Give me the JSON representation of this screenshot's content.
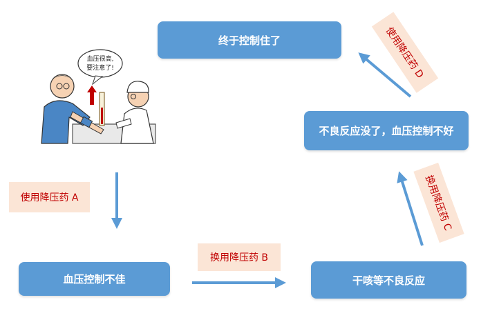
{
  "nodes": {
    "controlled": "终于控制住了",
    "side_effect_gone": "不良反应没了，血压控制不好",
    "poor_control": "血压控制不佳",
    "cough": "干咳等不良反应"
  },
  "drugs": {
    "a": "使用降压药 A",
    "b": "换用降压药 B",
    "c": "换用降压药 C",
    "d": "使用降压药 D"
  },
  "illustration": {
    "speech_bubble": [
      "血压很高,",
      "要注意了!"
    ]
  },
  "colors": {
    "box_fill": "#5b9bd5",
    "arrow": "#5b9bd5",
    "label_fill": "#fbe5d6",
    "label_text": "#c00000"
  }
}
